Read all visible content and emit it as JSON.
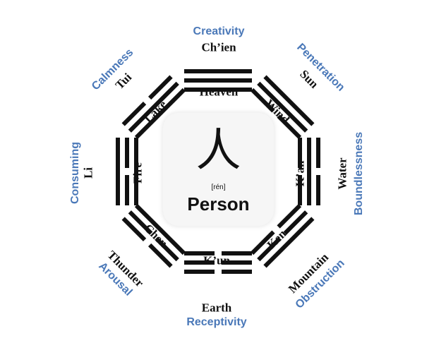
{
  "center": {
    "character": "人",
    "pinyin": "[rén]",
    "word": "Person"
  },
  "colors": {
    "concept": "#4a78b8",
    "trigram": "#111111",
    "card": "#f6f6f6"
  },
  "trigrams": [
    {
      "key": "chien",
      "name": "Ch’ien",
      "element": "Heaven",
      "concept": "Creativity",
      "lines": [
        1,
        1,
        1
      ]
    },
    {
      "key": "sun",
      "name": "Sun",
      "element": "Wind",
      "concept": "Penetration",
      "lines": [
        1,
        1,
        0
      ]
    },
    {
      "key": "kan",
      "name": "K’an",
      "element": "Water",
      "concept": "Boundlessness",
      "lines": [
        0,
        1,
        0
      ]
    },
    {
      "key": "ken",
      "name": "Ken",
      "element": "Mountain",
      "concept": "Obstruction",
      "lines": [
        1,
        0,
        0
      ]
    },
    {
      "key": "kun",
      "name": "K’un",
      "element": "Earth",
      "concept": "Receptivity",
      "lines": [
        0,
        0,
        0
      ]
    },
    {
      "key": "chen",
      "name": "Chen",
      "element": "Thunder",
      "concept": "Arousal",
      "lines": [
        0,
        0,
        1
      ]
    },
    {
      "key": "li",
      "name": "Li",
      "element": "Fire",
      "concept": "Consuming",
      "lines": [
        1,
        0,
        1
      ]
    },
    {
      "key": "tui",
      "name": "Tui",
      "element": "Lake",
      "concept": "Calmness",
      "lines": [
        0,
        1,
        1
      ]
    }
  ]
}
